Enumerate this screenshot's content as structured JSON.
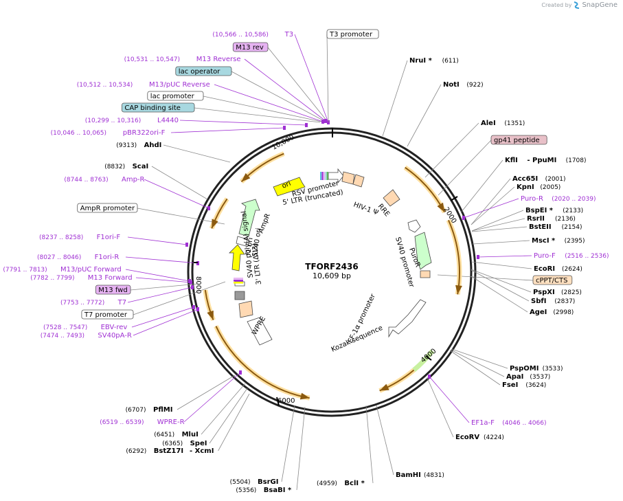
{
  "watermark": {
    "prefix": "Created by",
    "brand": "SnapGene"
  },
  "plasmid": {
    "name": "TFORF2436",
    "length_label": "10,609 bp"
  },
  "colors": {
    "enzyme_line": "#888888",
    "primer": "#9f2fd3",
    "cds_fill": "#ccffcc",
    "origin_fill": "#ffff00",
    "promoter_fill": "#ffffff",
    "misc_fill": "#ffd9b3",
    "orange_arc": "#ffe0a0",
    "brown_arrow": "#8b5a10"
  },
  "ruler": [
    {
      "label": "10,000"
    },
    {
      "label": "2000"
    },
    {
      "label": "4000"
    },
    {
      "label": "6000"
    },
    {
      "label": "8000"
    }
  ],
  "labels": [
    {
      "kind": "purple",
      "coord": "(10,566 .. 10,586)",
      "name": "T3"
    },
    {
      "kind": "box",
      "name": "T3 promoter",
      "fill": "#ffffff"
    },
    {
      "kind": "box",
      "name": "M13 rev",
      "fill": "#e6b3f2"
    },
    {
      "kind": "purple",
      "coord": "(10,531 .. 10,547)",
      "name": "M13 Reverse"
    },
    {
      "kind": "box",
      "name": "lac operator",
      "fill": "#a8d8e0"
    },
    {
      "kind": "purple",
      "coord": "(10,512 .. 10,534)",
      "name": "M13/pUC Reverse"
    },
    {
      "kind": "box",
      "name": "lac promoter",
      "fill": "#ffffff"
    },
    {
      "kind": "box",
      "name": "CAP binding site",
      "fill": "#a8d8e0"
    },
    {
      "kind": "purple",
      "coord": "(10,299 .. 10,316)",
      "name": "L4440"
    },
    {
      "kind": "purple",
      "coord": "(10,046 .. 10,065)",
      "name": "pBR322ori-F"
    },
    {
      "kind": "enz",
      "coord": "(9313)",
      "name": "AhdI"
    },
    {
      "kind": "enz",
      "coord": "(8832)",
      "name": "ScaI"
    },
    {
      "kind": "purple",
      "coord": "(8744 .. 8763)",
      "name": "Amp-R"
    },
    {
      "kind": "box",
      "name": "AmpR promoter",
      "fill": "#ffffff"
    },
    {
      "kind": "purple",
      "coord": "(8237 .. 8258)",
      "name": "F1ori-F"
    },
    {
      "kind": "purple",
      "coord": "(8027 .. 8046)",
      "name": "F1ori-R"
    },
    {
      "kind": "purple",
      "coord": "(7791 .. 7813)",
      "name": "M13/pUC Forward"
    },
    {
      "kind": "purple",
      "coord": "(7782 .. 7799)",
      "name": "M13 Forward"
    },
    {
      "kind": "box",
      "name": "M13 fwd",
      "fill": "#e6b3f2"
    },
    {
      "kind": "purple",
      "coord": "(7753 .. 7772)",
      "name": "T7"
    },
    {
      "kind": "box",
      "name": "T7 promoter",
      "fill": "#ffffff"
    },
    {
      "kind": "purple",
      "coord": "(7528 .. 7547)",
      "name": "EBV-rev"
    },
    {
      "kind": "purple",
      "coord": "(7474 .. 7493)",
      "name": "SV40pA-R"
    },
    {
      "kind": "enz",
      "coord": "(6707)",
      "name": "PflMI"
    },
    {
      "kind": "purple",
      "coord": "(6519 .. 6539)",
      "name": "WPRE-R"
    },
    {
      "kind": "enz",
      "coord": "(6451)",
      "name": "MluI"
    },
    {
      "kind": "enz",
      "coord": "(6365)",
      "name": "SpeI"
    },
    {
      "kind": "enz",
      "coord": "(6292)",
      "name": "BstZ17I",
      "extra": "- XcmI"
    },
    {
      "kind": "enz",
      "coord": "(5504)",
      "name": "BsrGI"
    },
    {
      "kind": "enz",
      "coord": "(5356)",
      "name": "BsaBI *"
    },
    {
      "kind": "enz",
      "coord": "(4959)",
      "name": "BclI *"
    },
    {
      "kind": "enz",
      "coord": "(4831)",
      "name": "BamHI"
    },
    {
      "kind": "enz",
      "coord": "(4224)",
      "name": "EcoRV"
    },
    {
      "kind": "purple",
      "coord": "(4046 .. 4066)",
      "name": "EF1a-F"
    },
    {
      "kind": "enz",
      "coord": "(3624)",
      "name": "FseI"
    },
    {
      "kind": "enz",
      "coord": "(3537)",
      "name": "ApaI"
    },
    {
      "kind": "enz",
      "coord": "(3533)",
      "name": "PspOMI"
    },
    {
      "kind": "enz",
      "coord": "(2998)",
      "name": "AgeI"
    },
    {
      "kind": "enz",
      "coord": "(2837)",
      "name": "SbfI"
    },
    {
      "kind": "enz",
      "coord": "(2825)",
      "name": "PspXI"
    },
    {
      "kind": "box",
      "name": "cPPT/CTS",
      "fill": "#ffe0c0"
    },
    {
      "kind": "enz",
      "coord": "(2624)",
      "name": "EcoRI"
    },
    {
      "kind": "purple",
      "coord": "(2516 .. 2536)",
      "name": "Puro-F"
    },
    {
      "kind": "enz",
      "coord": "(2395)",
      "name": "MscI *"
    },
    {
      "kind": "enz",
      "coord": "(2154)",
      "name": "BstEII"
    },
    {
      "kind": "enz",
      "coord": "(2136)",
      "name": "RsrII"
    },
    {
      "kind": "enz",
      "coord": "(2133)",
      "name": "BspEI *"
    },
    {
      "kind": "purple",
      "coord": "(2020 .. 2039)",
      "name": "Puro-R"
    },
    {
      "kind": "enz",
      "coord": "(2005)",
      "name": "KpnI"
    },
    {
      "kind": "enz",
      "coord": "(2001)",
      "name": "Acc65I"
    },
    {
      "kind": "enz",
      "coord": "(1708)",
      "name": "KflI",
      "extra": "- PpuMI"
    },
    {
      "kind": "box",
      "name": "gp41 peptide",
      "fill": "#e8c0c8"
    },
    {
      "kind": "enz",
      "coord": "(1351)",
      "name": "AleI"
    },
    {
      "kind": "enz",
      "coord": "(922)",
      "name": "NotI"
    },
    {
      "kind": "enz",
      "coord": "(611)",
      "name": "NruI *"
    }
  ],
  "features": [
    {
      "name": "ori"
    },
    {
      "name": "RSV promoter"
    },
    {
      "name": "5' LTR (truncated)"
    },
    {
      "name": "HIV-1 Ψ"
    },
    {
      "name": "RRE"
    },
    {
      "name": "AmpR"
    },
    {
      "name": "PuroR"
    },
    {
      "name": "SV40 promoter"
    },
    {
      "name": "f1 ori"
    },
    {
      "name": "SV40 ori"
    },
    {
      "name": "SV40 poly(A) signal"
    },
    {
      "name": "3' LTR (ΔU3)"
    },
    {
      "name": "WPRE"
    },
    {
      "name": "EF-1α promoter"
    },
    {
      "name": "Kozak sequence"
    }
  ]
}
